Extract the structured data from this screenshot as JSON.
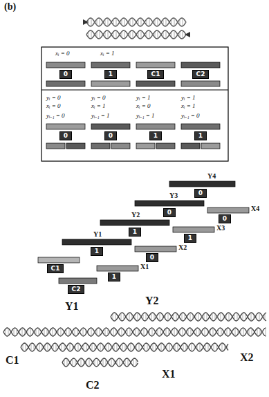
{
  "diagram": {
    "nodes": [
      {
        "text": [
          "0"
        ]
      },
      {
        "text": [
          "1"
        ]
      },
      {
        "text": [
          "C1"
        ]
      },
      {
        "text": [
          "C2"
        ]
      },
      {
        "text": [
          "0"
        ]
      },
      {
        "text": [
          "0"
        ]
      },
      {
        "text": [
          "1"
        ]
      },
      {
        "text": [
          "1"
        ]
      },
      {
        "text": [
          "0"
        ]
      },
      {
        "text": [
          "0"
        ]
      },
      {
        "text": [
          "0"
        ]
      },
      {
        "text": [
          "1"
        ]
      },
      {
        "text": [
          "1"
        ]
      },
      {
        "text": [
          "1"
        ]
      },
      {
        "text": [
          "0"
        ]
      },
      {
        "text": [
          "C1"
        ]
      },
      {
        "text": [
          "1"
        ]
      },
      {
        "text": [
          "C2"
        ]
      }
    ],
    "labels": [
      "(b)",
      "xᵢ = 0",
      "xᵢ = 1",
      "yᵢ = 0",
      "xᵢ = 0",
      "yᵢ₋₁ = 0",
      "yᵢ = 0",
      "xᵢ = 1",
      "yᵢ₋₁ = 1",
      "yᵢ = 1",
      "xᵢ = 0",
      "yᵢ₋₁ = 1",
      "yᵢ = 1",
      "xᵢ = 1",
      "yᵢ₋₁ = 0",
      "Y4",
      "Y3",
      "X4",
      "Y2",
      "X3",
      "Y1",
      "X2",
      "X1",
      "Y1",
      "Y2",
      "C1",
      "X2",
      "X1",
      "C2"
    ]
  }
}
